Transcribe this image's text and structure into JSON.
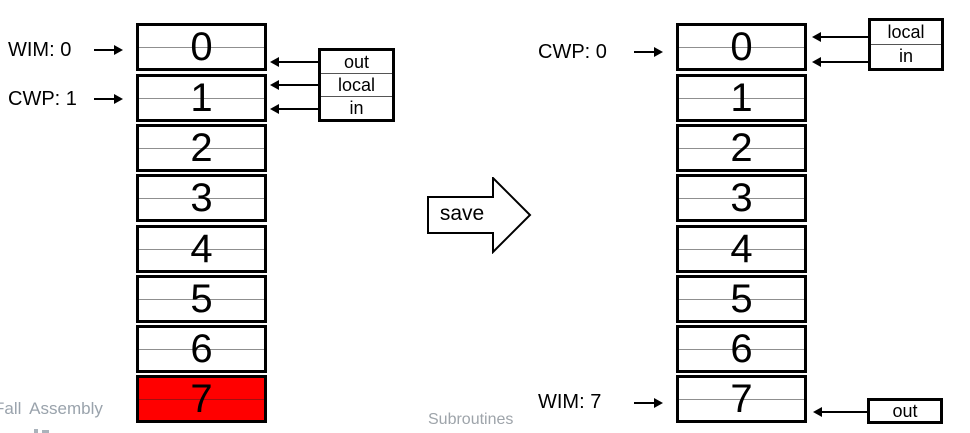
{
  "left_panel": {
    "wim_label": "WIM: 0",
    "cwp_label": "CWP: 1",
    "windows": [
      "0",
      "1",
      "2",
      "3",
      "4",
      "5",
      "6",
      "7"
    ],
    "highlighted_window": "7",
    "highlight_color": "#ff0000",
    "regs_box": {
      "rows": [
        "out",
        "local",
        "in"
      ]
    }
  },
  "transition_arrow": {
    "label": "save"
  },
  "right_panel": {
    "cwp_label": "CWP: 0",
    "wim_label": "WIM: 7",
    "windows": [
      "0",
      "1",
      "2",
      "3",
      "4",
      "5",
      "6",
      "7"
    ],
    "regs_box_top": {
      "rows": [
        "local",
        "in"
      ]
    },
    "regs_box_bottom": {
      "rows": [
        "out"
      ]
    }
  },
  "watermarks": {
    "bottom_left": "Fall Assembly",
    "bottom_center": "Subroutines"
  }
}
